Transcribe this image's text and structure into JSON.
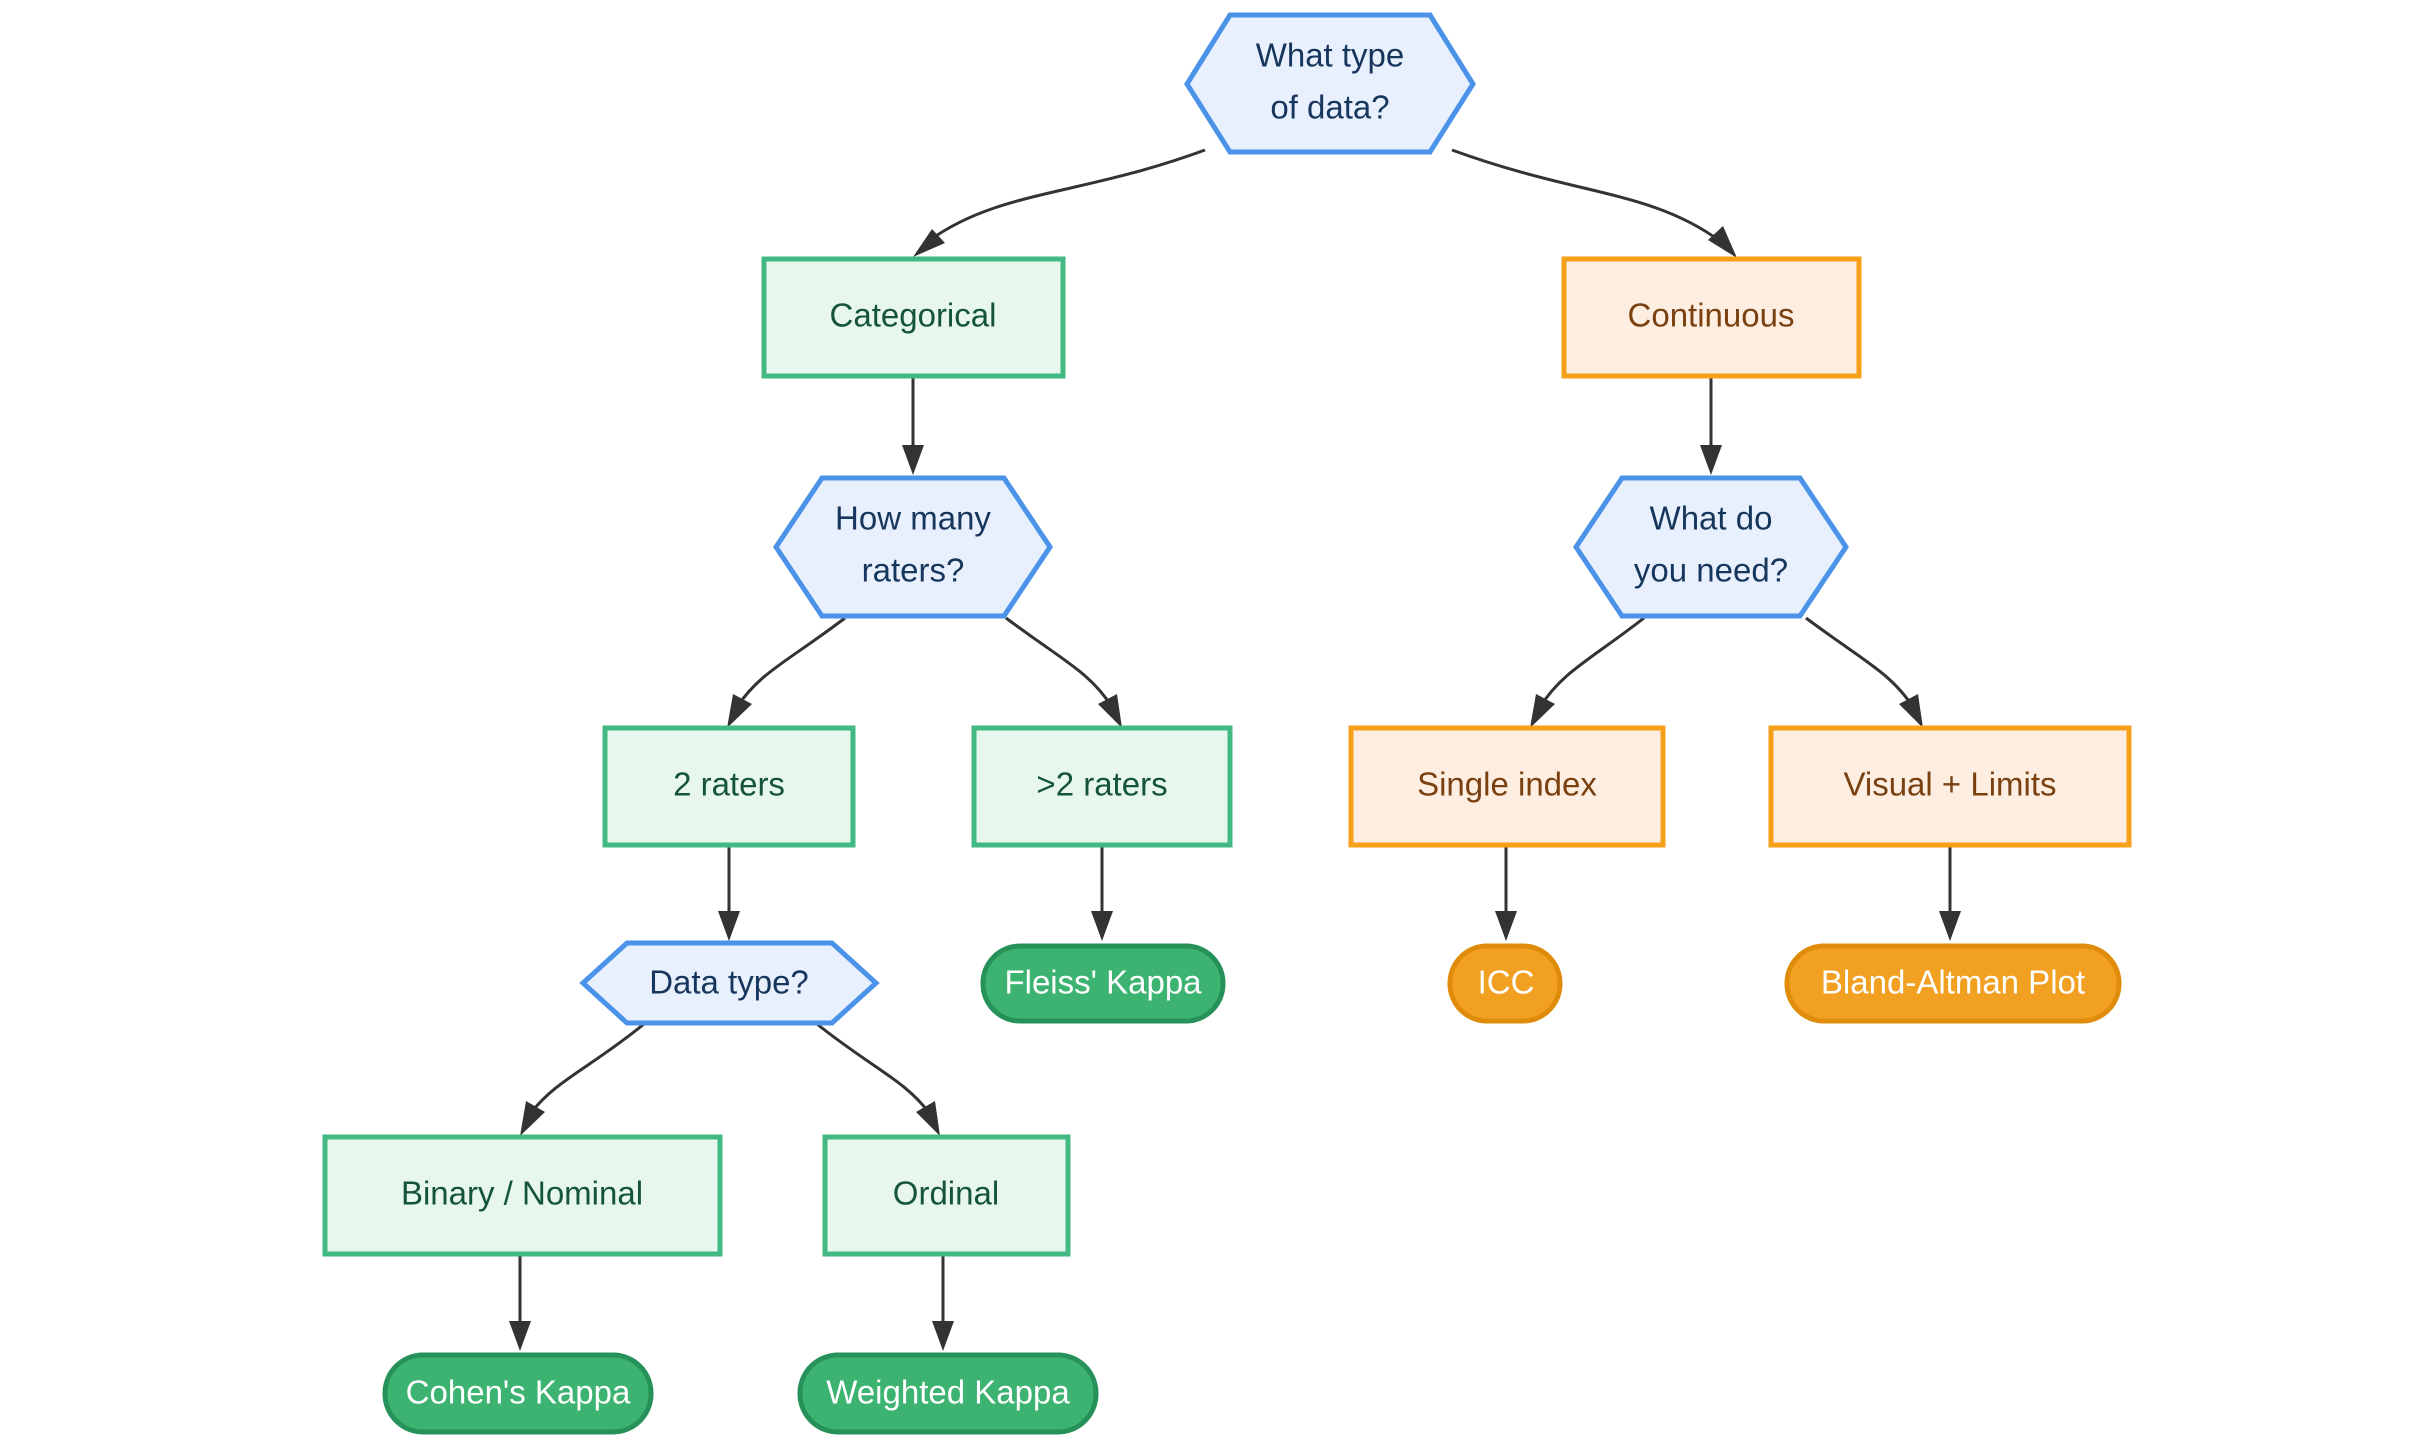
{
  "diagram": {
    "type": "flowchart",
    "title": "Inter-rater reliability statistic selection flowchart",
    "direction": "top-down",
    "background_color": "#ffffff",
    "palette": {
      "decision_fill": "#e8f0fe",
      "decision_stroke": "#4a93e8",
      "decision_text": "#17365c",
      "categorical_fill": "#e8f7ee",
      "categorical_stroke": "#42b983",
      "categorical_text": "#14543a",
      "continuous_fill": "#fdeee1",
      "continuous_stroke": "#f6a01a",
      "continuous_text": "#7a4010",
      "green_pill_fill": "#3cb371",
      "green_pill_stroke": "#269259",
      "orange_pill_fill": "#f2a021",
      "orange_pill_stroke": "#e08c0b",
      "pill_text": "#ffffff",
      "edge_stroke": "#333333"
    },
    "nodes": [
      {
        "id": "root",
        "label": "What type of data?",
        "line1": "What type",
        "line2": "of data?",
        "shape": "hexagon",
        "style": "decision"
      },
      {
        "id": "categorical",
        "label": "Categorical",
        "line1": "Categorical",
        "line2": "",
        "shape": "rectangle",
        "style": "categorical"
      },
      {
        "id": "continuous",
        "label": "Continuous",
        "line1": "Continuous",
        "line2": "",
        "shape": "rectangle",
        "style": "continuous"
      },
      {
        "id": "raters",
        "label": "How many raters?",
        "line1": "How many",
        "line2": "raters?",
        "shape": "hexagon",
        "style": "decision"
      },
      {
        "id": "need",
        "label": "What do you need?",
        "line1": "What do",
        "line2": "you need?",
        "shape": "hexagon",
        "style": "decision"
      },
      {
        "id": "two_raters",
        "label": "2 raters",
        "line1": "2 raters",
        "line2": "",
        "shape": "rectangle",
        "style": "categorical"
      },
      {
        "id": "many_raters",
        "label": ">2 raters",
        "line1": ">2 raters",
        "line2": "",
        "shape": "rectangle",
        "style": "categorical"
      },
      {
        "id": "single_index",
        "label": "Single index",
        "line1": "Single index",
        "line2": "",
        "shape": "rectangle",
        "style": "continuous"
      },
      {
        "id": "visual_limits",
        "label": "Visual + Limits",
        "line1": "Visual + Limits",
        "line2": "",
        "shape": "rectangle",
        "style": "continuous"
      },
      {
        "id": "data_type",
        "label": "Data type?",
        "line1": "Data type?",
        "line2": "",
        "shape": "hexagon",
        "style": "decision"
      },
      {
        "id": "fleiss",
        "label": "Fleiss' Kappa",
        "line1": "Fleiss' Kappa",
        "line2": "",
        "shape": "stadium",
        "style": "green-pill"
      },
      {
        "id": "icc",
        "label": "ICC",
        "line1": "ICC",
        "line2": "",
        "shape": "stadium",
        "style": "orange-pill"
      },
      {
        "id": "bland_altman",
        "label": "Bland-Altman Plot",
        "line1": "Bland-Altman Plot",
        "line2": "",
        "shape": "stadium",
        "style": "orange-pill"
      },
      {
        "id": "binary",
        "label": "Binary / Nominal",
        "line1": "Binary / Nominal",
        "line2": "",
        "shape": "rectangle",
        "style": "categorical"
      },
      {
        "id": "ordinal",
        "label": "Ordinal",
        "line1": "Ordinal",
        "line2": "",
        "shape": "rectangle",
        "style": "categorical"
      },
      {
        "id": "cohens",
        "label": "Cohen's Kappa",
        "line1": "Cohen's Kappa",
        "line2": "",
        "shape": "stadium",
        "style": "green-pill"
      },
      {
        "id": "weighted",
        "label": "Weighted Kappa",
        "line1": "Weighted Kappa",
        "line2": "",
        "shape": "stadium",
        "style": "green-pill"
      }
    ],
    "edges": [
      {
        "from": "root",
        "to": "categorical",
        "label": ""
      },
      {
        "from": "root",
        "to": "continuous",
        "label": ""
      },
      {
        "from": "categorical",
        "to": "raters",
        "label": ""
      },
      {
        "from": "continuous",
        "to": "need",
        "label": ""
      },
      {
        "from": "raters",
        "to": "two_raters",
        "label": ""
      },
      {
        "from": "raters",
        "to": "many_raters",
        "label": ""
      },
      {
        "from": "need",
        "to": "single_index",
        "label": ""
      },
      {
        "from": "need",
        "to": "visual_limits",
        "label": ""
      },
      {
        "from": "two_raters",
        "to": "data_type",
        "label": ""
      },
      {
        "from": "many_raters",
        "to": "fleiss",
        "label": ""
      },
      {
        "from": "single_index",
        "to": "icc",
        "label": ""
      },
      {
        "from": "visual_limits",
        "to": "bland_altman",
        "label": ""
      },
      {
        "from": "data_type",
        "to": "binary",
        "label": ""
      },
      {
        "from": "data_type",
        "to": "ordinal",
        "label": ""
      },
      {
        "from": "binary",
        "to": "cohens",
        "label": ""
      },
      {
        "from": "ordinal",
        "to": "weighted",
        "label": ""
      }
    ]
  }
}
